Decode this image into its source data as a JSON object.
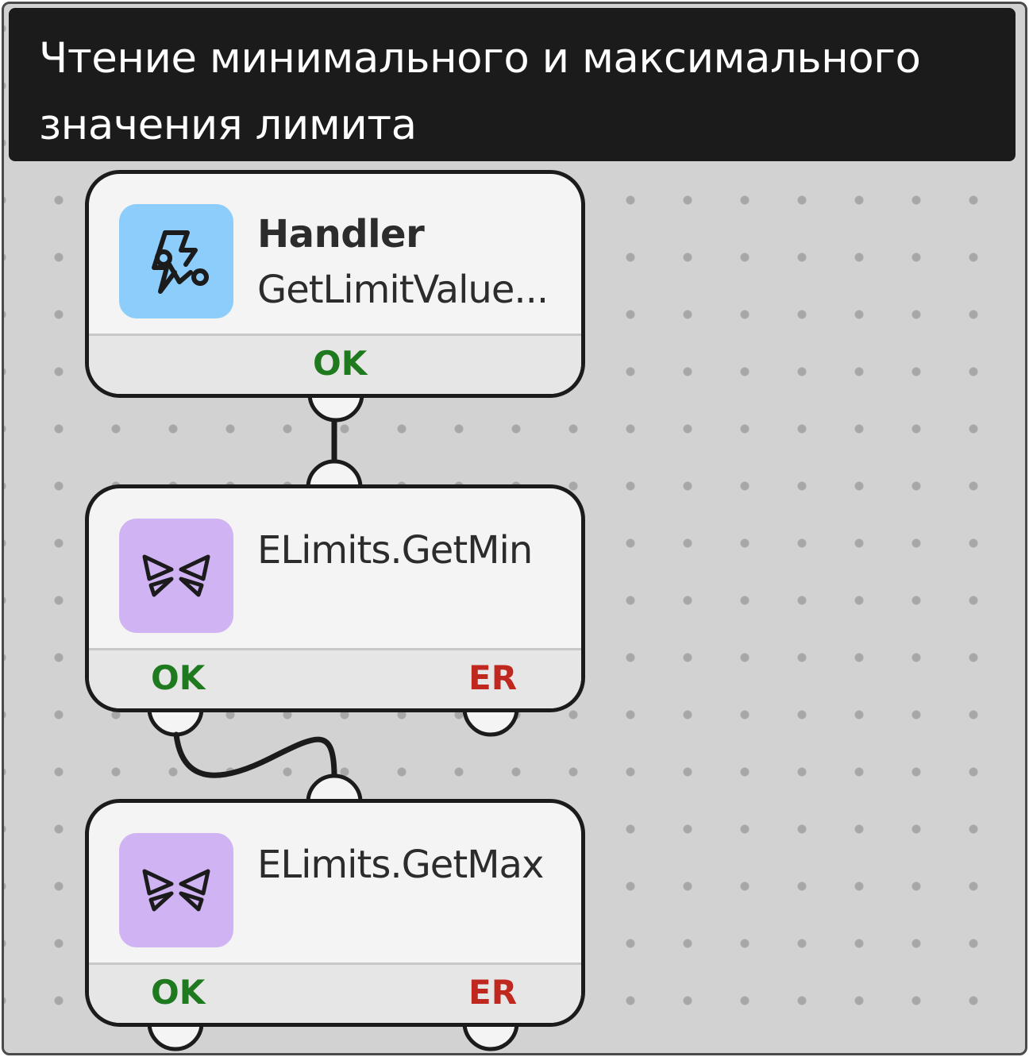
{
  "group": {
    "title": "Чтение минимального и максимального значения лимита"
  },
  "nodes": [
    {
      "icon": "handler-bolt-icon",
      "title": "Handler",
      "subtitle": "GetLimitValue...",
      "ports": {
        "ok": "OK"
      }
    },
    {
      "icon": "butterfly-icon",
      "subtitle": "ELimits.GetMin",
      "ports": {
        "ok": "OK",
        "er": "ER"
      }
    },
    {
      "icon": "butterfly-icon",
      "subtitle": "ELimits.GetMax",
      "ports": {
        "ok": "OK",
        "er": "ER"
      }
    }
  ],
  "colors": {
    "background": "#d2d2d2",
    "header": "#1b1b1b",
    "handler_icon_bg": "#8ccdfb",
    "entity_icon_bg": "#d0b3f2",
    "ok": "#1f7a1f",
    "er": "#c0281f"
  }
}
